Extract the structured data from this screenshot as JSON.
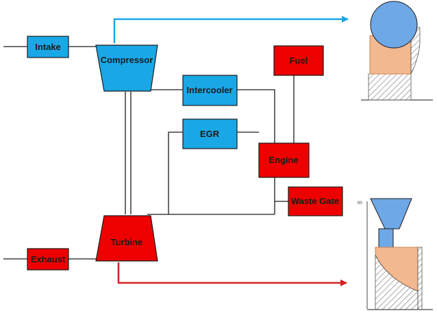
{
  "blocks": {
    "intake": "Intake",
    "compressor": "Compressor",
    "intercooler": "Intercooler",
    "egr": "EGR",
    "engine": "Engine",
    "fuel": "Fuel",
    "waste_gate": "Waste Gate",
    "turbine": "Turbine",
    "exhaust": "Exhaust"
  },
  "colors": {
    "blue": "#1aa7e6",
    "red": "#ee0000",
    "line": "#1a1a1a",
    "arrow_blue": "#1aa7e6",
    "arrow_red": "#d62020",
    "wheel_blue": "#6ea8e6",
    "wheel_orange": "#f2b890"
  },
  "small_mark": "00"
}
